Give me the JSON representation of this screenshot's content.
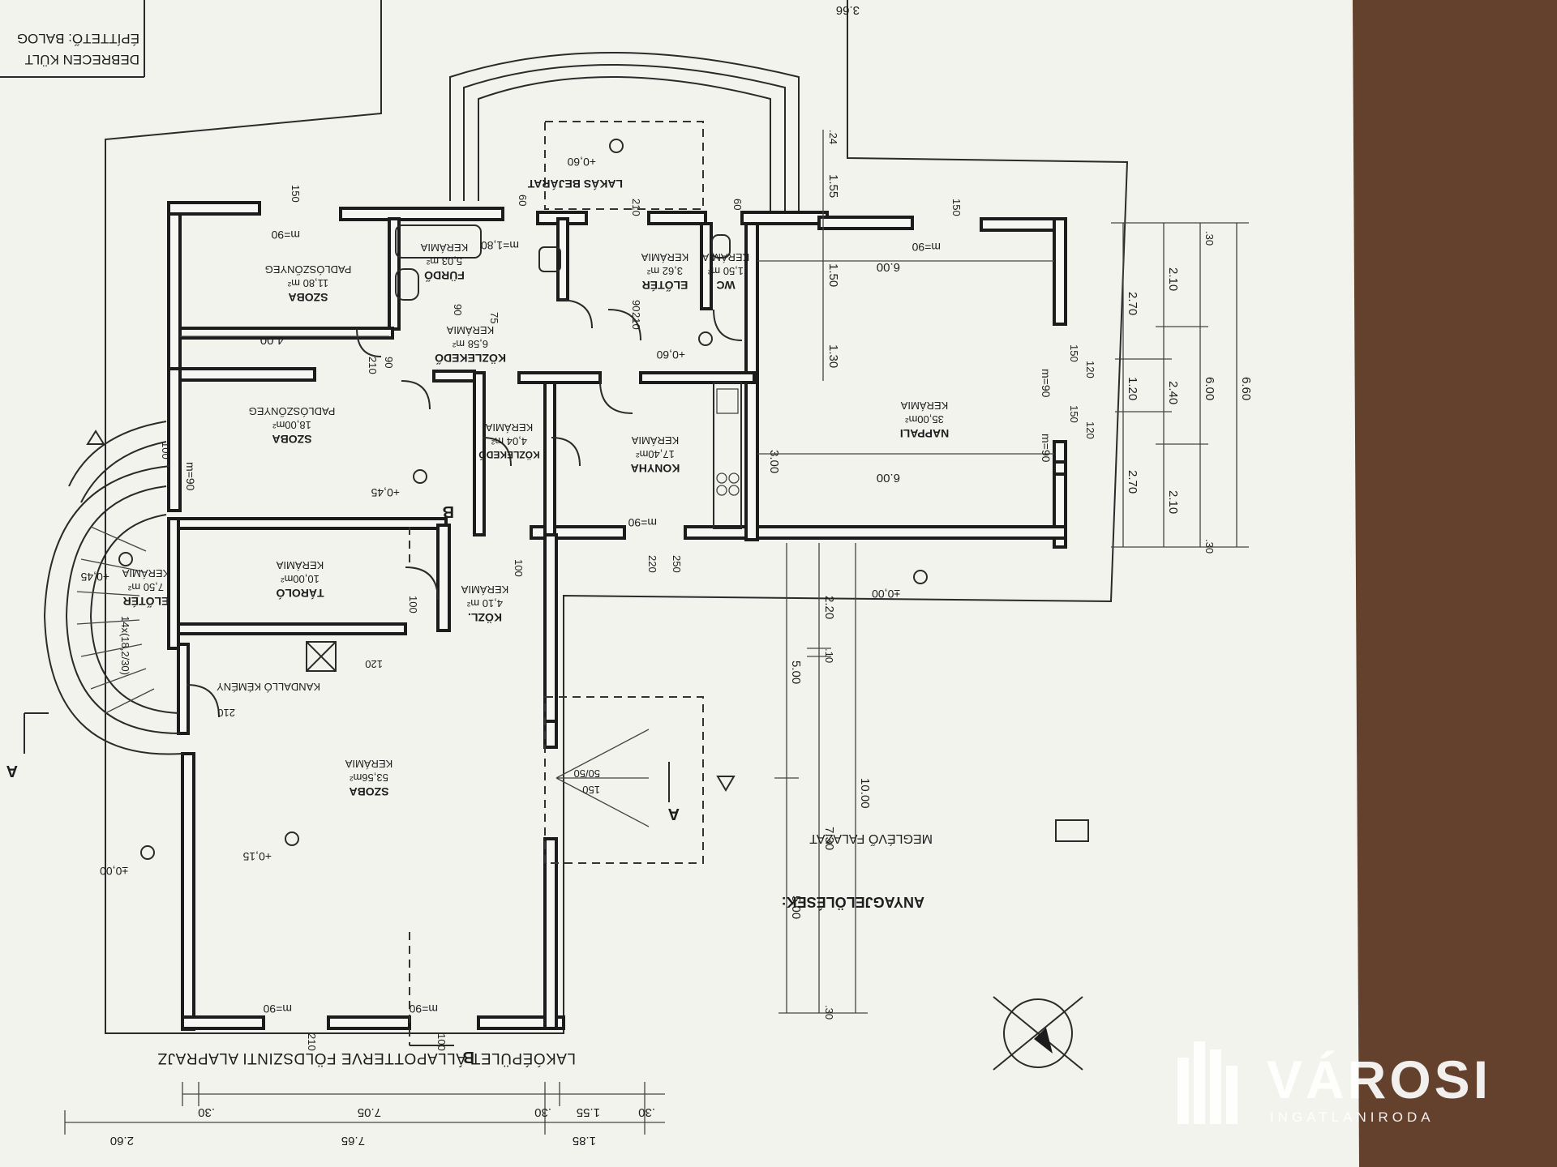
{
  "title_block": {
    "line1": "ÉPÍTTETŐ: BALOG",
    "line2": "DEBRECEN KÜLT"
  },
  "drawing_title": "LAKÓÉPÜLET ÁLLAPOTTERVE FÖLDSZINTI ALAPRAJZ",
  "legend": {
    "heading": "ANYAGJELÖLÉSEK:",
    "existing_wall": "MEGLÉVŐ FALAZAT"
  },
  "rooms": {
    "nappali": {
      "name": "NAPPALI",
      "area": "35,00m²",
      "floor": "KERÁMIA"
    },
    "konyha": {
      "name": "KONYHA",
      "area": "17,40m²",
      "floor": "KERÁMIA"
    },
    "kozlekedo_upper": {
      "name": "KÖZLEKEDŐ",
      "area": "6,58 m²",
      "floor": "KERÁMIA"
    },
    "kozlekedo_mid": {
      "name": "KÖZLEKEDŐ",
      "area": "4,04 m²",
      "floor": "KERÁMIA"
    },
    "kozl_lower": {
      "name": "KÖZL.",
      "area": "4,10 m²",
      "floor": "KERÁMIA"
    },
    "szoba_top": {
      "name": "SZOBA",
      "area": "11,80 m²",
      "floor": "PADLÓSZŐNYEG"
    },
    "szoba_mid": {
      "name": "SZOBA",
      "area": "18,00m²",
      "floor": "PADLÓSZŐNYEG"
    },
    "szoba_big": {
      "name": "SZOBA",
      "area": "53,56m²",
      "floor": "KERÁMIA"
    },
    "tarolo": {
      "name": "TÁROLÓ",
      "area": "10,00m²",
      "floor": "KERÁMIA"
    },
    "eloter_stair": {
      "name": "ELŐTÉR",
      "area": "7,50 m²",
      "floor": "KERÁMIA"
    },
    "furdo": {
      "name": "FÜRDŐ",
      "area": "5,03 m²",
      "floor": "KERÁMIA"
    },
    "eloter_small": {
      "name": "ELŐTÉR",
      "area": "3,62 m²",
      "floor": "KERÁMIA"
    },
    "wc": {
      "name": "WC",
      "area": "1,50 m²",
      "floor": "KERÁMIA"
    },
    "lakas_bejarat": {
      "name": "LAKÁS BEJÁRAT"
    }
  },
  "levels": [
    "+0,60",
    "+0,60",
    "+0,45",
    "+0,45",
    "+0,15",
    "±0,00",
    "±0,00"
  ],
  "dimensions": {
    "right_outer": "6.60",
    "right_total": "6.00",
    "right_a": [
      "2.70",
      "1.20",
      "2.70"
    ],
    "right_b": [
      "2.10",
      "2.40",
      "2.10"
    ],
    "right_end": ".30",
    "vertical": [
      "1.55",
      "1.50",
      "1.30",
      "3.00",
      "2.20",
      "5.00",
      "7.30",
      "5.00",
      "10.00",
      ".24",
      ".30",
      ".10"
    ],
    "room_widths": [
      "6.00",
      "6.00",
      "4.00"
    ],
    "bottom_row1": [
      ".30",
      "7.05",
      ".30",
      "1.55",
      ".30"
    ],
    "bottom_row2": [
      "2.60",
      "7.65",
      "1.85"
    ],
    "top": [
      "3.66"
    ]
  },
  "openings": {
    "window_mark": "m=90",
    "window_mark_low": "m=1,80",
    "sizes": [
      "150",
      "150",
      "60",
      "60",
      "210",
      "210",
      "100",
      "90",
      "120",
      "120",
      "150",
      "150",
      "90",
      "75",
      "210",
      "90",
      "100",
      "220",
      "250",
      "50/50",
      "150",
      "120",
      "100",
      "210"
    ],
    "stair_note": "14x(18,2/30)",
    "chimney": "KANDALLÓ KÉMÉNY"
  },
  "section_marks": [
    "A",
    "A",
    "B",
    "B"
  ],
  "watermark": {
    "brand": "VÁROSI",
    "sub": "INGATLANIRODA"
  },
  "colors": {
    "paper": "#f6f6f2",
    "ink": "#1c1c1c",
    "table": "#5a3a26"
  }
}
